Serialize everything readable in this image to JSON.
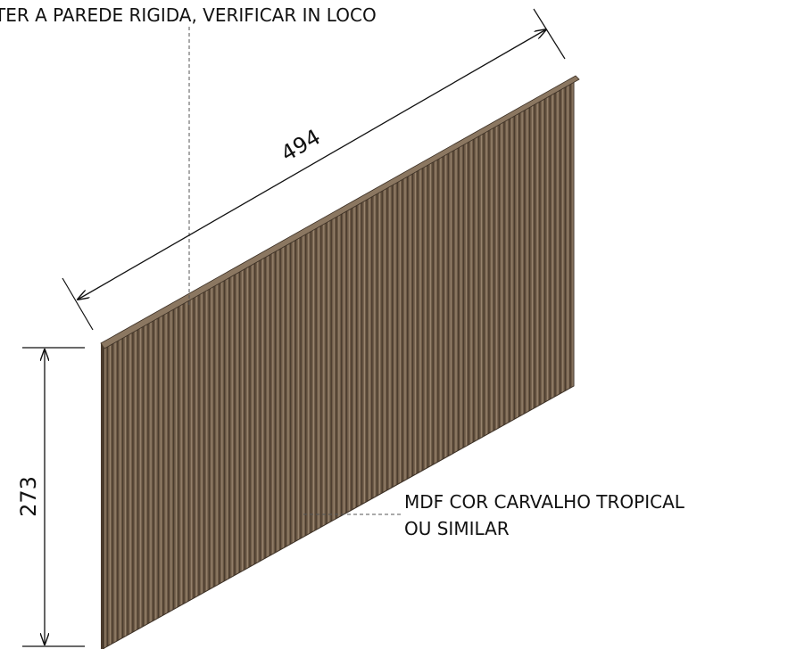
{
  "annotations": {
    "top_note": "TER A PAREDE RIGIDA, VERIFICAR IN LOCO",
    "material_line1": "MDF COR CARVALHO TROPICAL",
    "material_line2": "OU SIMILAR"
  },
  "dimensions": {
    "width": "494",
    "height": "273"
  },
  "colors": {
    "panel_fill": "#6f5c48",
    "panel_slat_dark": "#4a3b2d",
    "panel_slat_light": "#9a8670",
    "panel_edge": "#3b2f24",
    "line": "#111111",
    "leader": "#555555"
  }
}
